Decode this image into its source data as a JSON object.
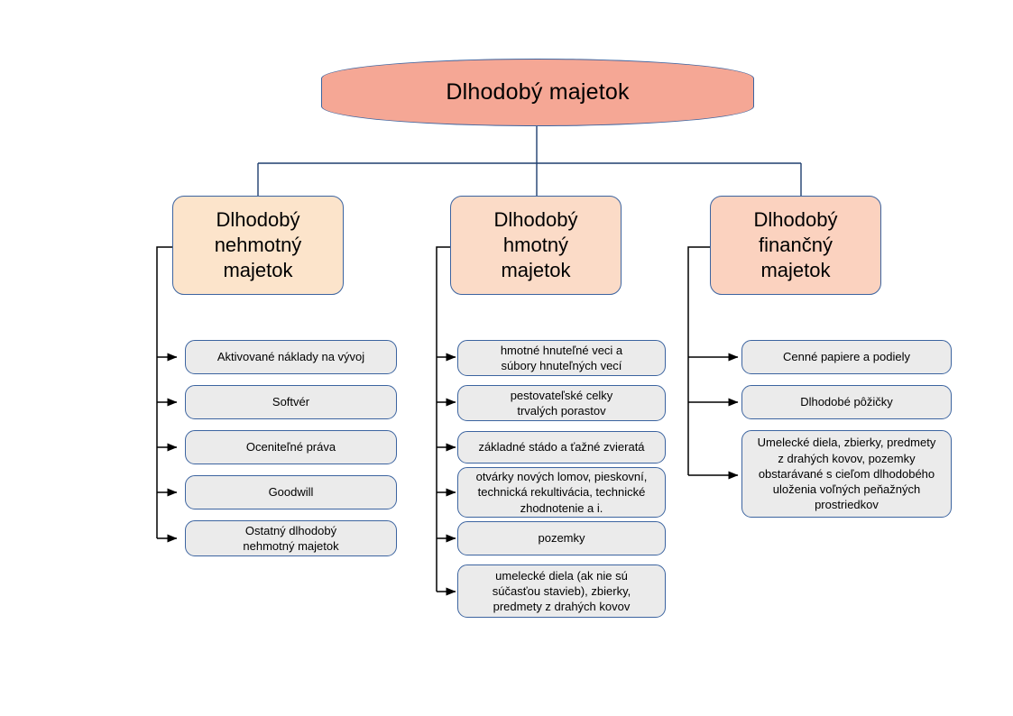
{
  "diagram": {
    "title": "Dlhodobý majetok",
    "type": "hierarchy-tree",
    "colors": {
      "root_fill": "#f5a795",
      "level2_fill_intangible": "#fce4cb",
      "level2_fill_tangible": "#fbdbc7",
      "level2_fill_financial": "#fbd2bf",
      "leaf_fill": "#ebebeb",
      "border": "#3c64a0",
      "connector": "#1f3f6e",
      "background": "#ffffff"
    },
    "root": {
      "label": "Dlhodobý majetok"
    },
    "branches": [
      {
        "key": "intangible",
        "label": "Dlhodobý\nnehmotný\nmajetok",
        "children": [
          {
            "label": "Aktivované náklady na vývoj"
          },
          {
            "label": "Softvér"
          },
          {
            "label": "Oceniteľné práva"
          },
          {
            "label": "Goodwill"
          },
          {
            "label": "Ostatný dlhodobý\nnehmotný majetok"
          }
        ]
      },
      {
        "key": "tangible",
        "label": "Dlhodobý\nhmotný\nmajetok",
        "children": [
          {
            "label": "hmotné hnuteľné veci a\nsúbory hnuteľných vecí"
          },
          {
            "label": "pestovateľské celky\ntrvalých porastov"
          },
          {
            "label": "základné stádo a ťažné zvieratá"
          },
          {
            "label": "otvárky nových lomov, pieskovní,\ntechnická rekultivácia, technické\nzhodnotenie a i."
          },
          {
            "label": "pozemky"
          },
          {
            "label": "umelecké diela (ak nie sú\nsúčasťou stavieb), zbierky,\npredmety z drahých kovov"
          }
        ]
      },
      {
        "key": "financial",
        "label": "Dlhodobý\nfinančný\nmajetok",
        "children": [
          {
            "label": "Cenné papiere a podiely"
          },
          {
            "label": "Dlhodobé pôžičky"
          },
          {
            "label": "Umelecké diela, zbierky, predmety\nz drahých kovov, pozemky\nobstarávané s cieľom dlhodobého\nuloženia voľných peňažných\nprostriedkov"
          }
        ]
      }
    ]
  }
}
